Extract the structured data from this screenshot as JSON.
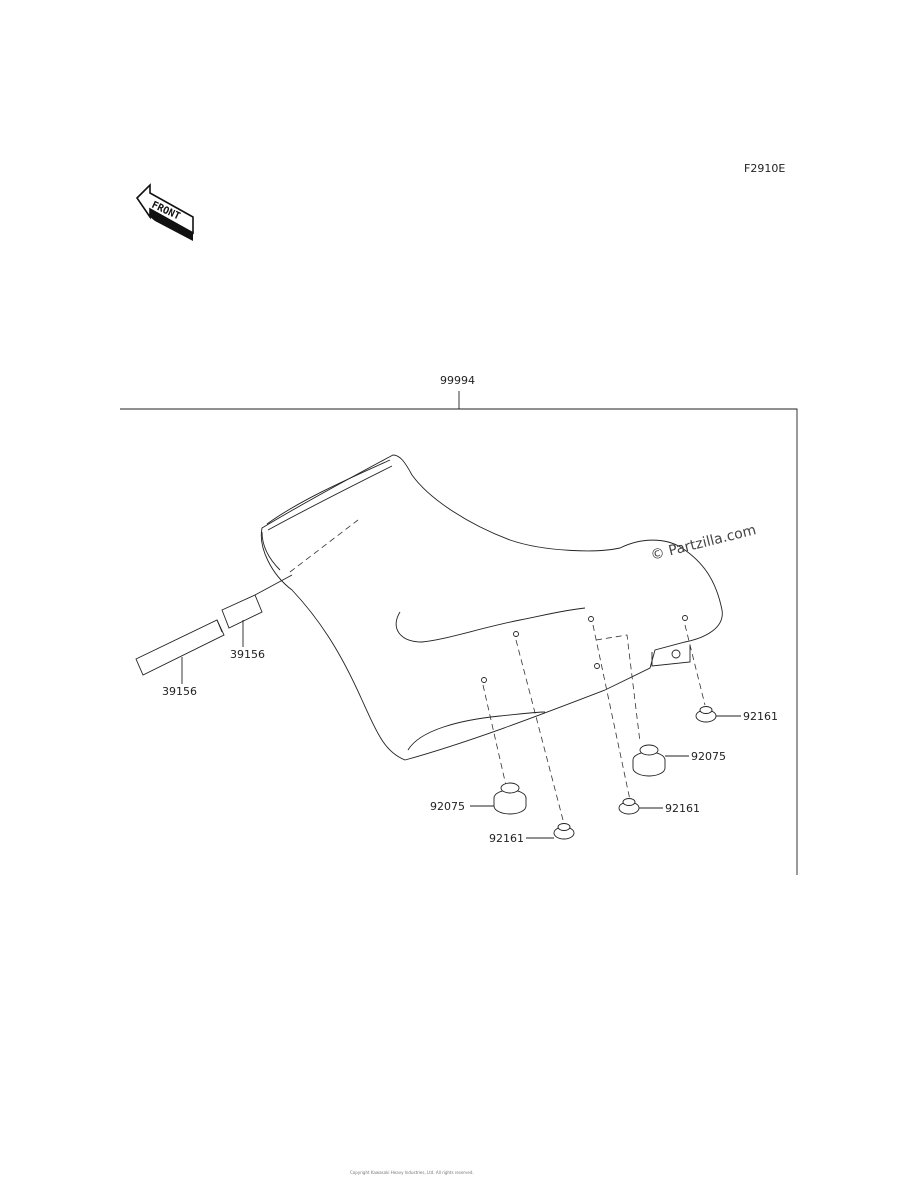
{
  "diagram": {
    "figure_code": "F2910E",
    "front_label": "FRONT",
    "assembly_number": "99994",
    "watermark": "© Partzilla.com",
    "copyright": "Copyright Kawasaki Heavy Industries, Ltd. All rights reserved.",
    "parts": [
      {
        "id": "strap-lower",
        "number": "39156"
      },
      {
        "id": "strap-upper",
        "number": "39156"
      },
      {
        "id": "nut-right",
        "number": "92161"
      },
      {
        "id": "damper-right",
        "number": "92075"
      },
      {
        "id": "nut-middle",
        "number": "92161"
      },
      {
        "id": "damper-left",
        "number": "92075"
      },
      {
        "id": "nut-left",
        "number": "92161"
      }
    ]
  }
}
